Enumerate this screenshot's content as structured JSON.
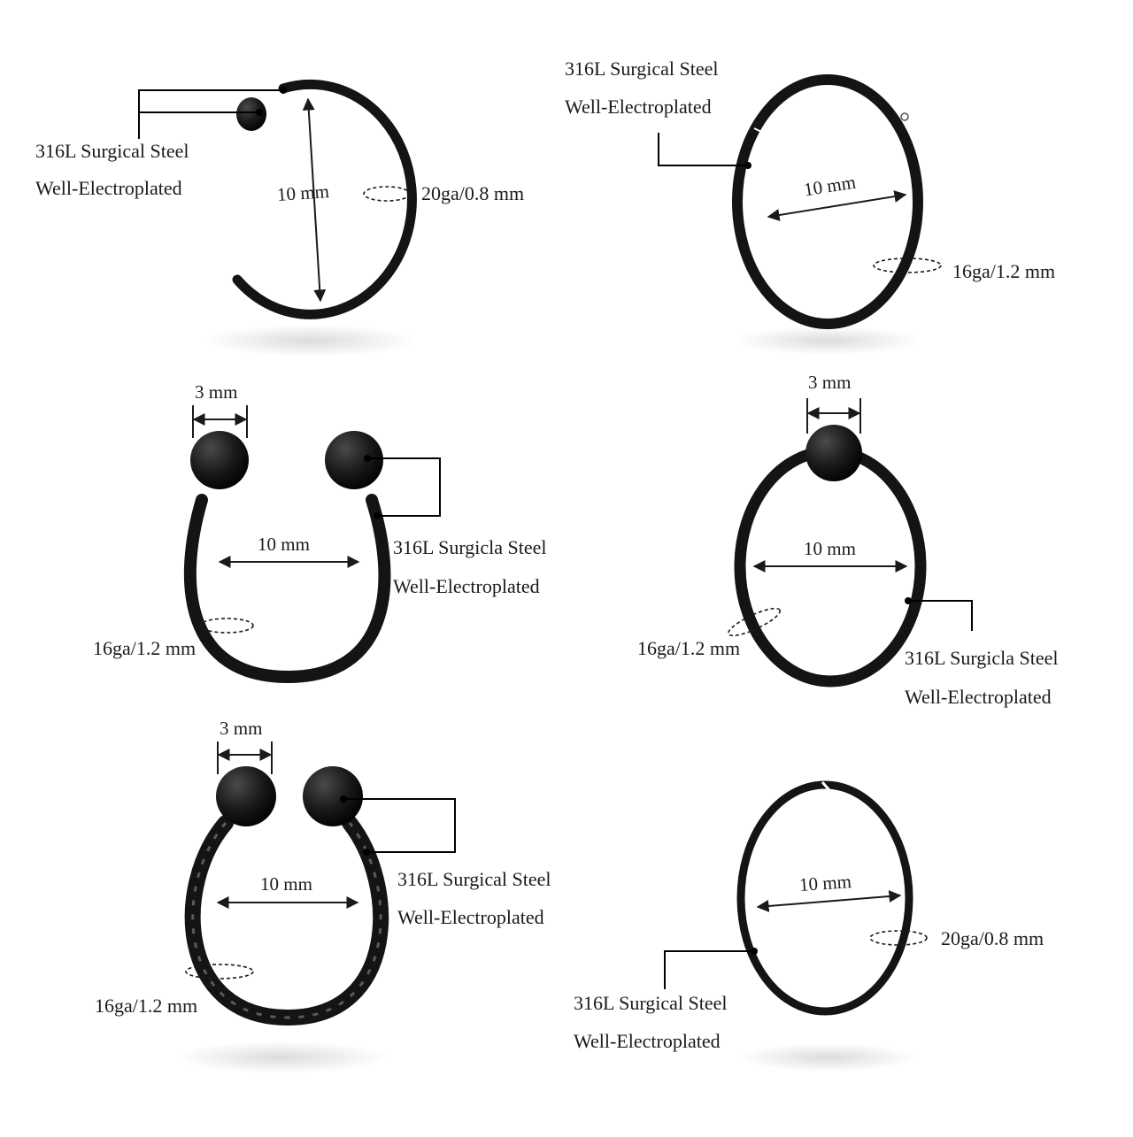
{
  "colors": {
    "metal": "#141414",
    "ink": "#1a1a1a",
    "background": "#ffffff"
  },
  "items": [
    {
      "material": "316L Surgical Steel",
      "finish": "Well-Electroplated",
      "diameter": "10 mm",
      "gauge": "20ga/0.8 mm"
    },
    {
      "material": "316L Surgical Steel",
      "finish": "Well-Electroplated",
      "diameter": "10 mm",
      "gauge": "16ga/1.2 mm"
    },
    {
      "material": "316L Surgicla Steel",
      "finish": "Well-Electroplated",
      "diameter": "10 mm",
      "gauge": "16ga/1.2 mm",
      "ball": "3 mm"
    },
    {
      "material": "316L Surgicla Steel",
      "finish": "Well-Electroplated",
      "diameter": "10 mm",
      "gauge": "16ga/1.2 mm",
      "ball": "3 mm"
    },
    {
      "material": "316L Surgical Steel",
      "finish": "Well-Electroplated",
      "diameter": "10 mm",
      "gauge": "16ga/1.2 mm",
      "ball": "3 mm"
    },
    {
      "material": "316L Surgical Steel",
      "finish": "Well-Electroplated",
      "diameter": "10 mm",
      "gauge": "20ga/0.8 mm"
    }
  ]
}
